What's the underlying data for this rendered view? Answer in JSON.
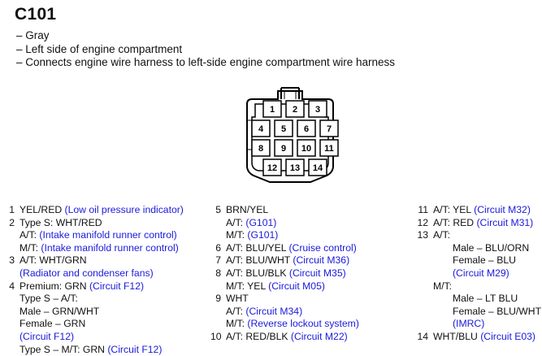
{
  "title": "C101",
  "description": [
    "– Gray",
    "– Left side of engine compartment",
    "– Connects engine wire harness to left-side engine compartment wire harness"
  ],
  "connector": {
    "cavities": [
      "1",
      "2",
      "3",
      "4",
      "5",
      "6",
      "7",
      "8",
      "9",
      "10",
      "11",
      "12",
      "13",
      "14"
    ]
  },
  "columns": [
    [
      {
        "num": "1",
        "lines": [
          {
            "indent": 0,
            "segs": [
              {
                "t": "YEL/RED "
              },
              {
                "t": "(Low oil pressure indicator)",
                "blue": true
              }
            ]
          }
        ]
      },
      {
        "num": "2",
        "lines": [
          {
            "indent": 0,
            "segs": [
              {
                "t": "Type S: WHT/RED"
              }
            ]
          },
          {
            "indent": 0,
            "segs": [
              {
                "t": "A/T: "
              },
              {
                "t": "(Intake manifold runner control)",
                "blue": true
              }
            ]
          },
          {
            "indent": 0,
            "segs": [
              {
                "t": "M/T: "
              },
              {
                "t": "(Intake manifold runner control)",
                "blue": true
              }
            ]
          }
        ]
      },
      {
        "num": "3",
        "lines": [
          {
            "indent": 0,
            "segs": [
              {
                "t": "A/T: WHT/GRN"
              }
            ]
          },
          {
            "indent": 0,
            "segs": [
              {
                "t": "(Radiator and condenser fans)",
                "blue": true
              }
            ]
          }
        ]
      },
      {
        "num": "4",
        "lines": [
          {
            "indent": 0,
            "segs": [
              {
                "t": "Premium: GRN "
              },
              {
                "t": "(Circuit F12)",
                "blue": true
              }
            ]
          },
          {
            "indent": 0,
            "segs": [
              {
                "t": "Type S – A/T:"
              }
            ]
          },
          {
            "indent": 0,
            "segs": [
              {
                "t": "Male – GRN/WHT"
              }
            ]
          },
          {
            "indent": 0,
            "segs": [
              {
                "t": "Female – GRN"
              }
            ]
          },
          {
            "indent": 0,
            "segs": [
              {
                "t": "(Circuit F12)",
                "blue": true
              }
            ]
          },
          {
            "indent": 0,
            "segs": [
              {
                "t": "Type S – M/T: GRN "
              },
              {
                "t": "(Circuit F12)",
                "blue": true
              }
            ]
          }
        ]
      }
    ],
    [
      {
        "num": "5",
        "lines": [
          {
            "indent": 0,
            "segs": [
              {
                "t": "BRN/YEL"
              }
            ]
          },
          {
            "indent": 0,
            "segs": [
              {
                "t": "A/T: "
              },
              {
                "t": "(G101)",
                "blue": true
              }
            ]
          },
          {
            "indent": 0,
            "segs": [
              {
                "t": "M/T: "
              },
              {
                "t": "(G101)",
                "blue": true
              }
            ]
          }
        ]
      },
      {
        "num": "6",
        "lines": [
          {
            "indent": 0,
            "segs": [
              {
                "t": "A/T: BLU/YEL "
              },
              {
                "t": "(Cruise control)",
                "blue": true
              }
            ]
          }
        ]
      },
      {
        "num": "7",
        "lines": [
          {
            "indent": 0,
            "segs": [
              {
                "t": "A/T: BLU/WHT "
              },
              {
                "t": "(Circuit M36)",
                "blue": true
              }
            ]
          }
        ]
      },
      {
        "num": "8",
        "lines": [
          {
            "indent": 0,
            "segs": [
              {
                "t": "A/T: BLU/BLK "
              },
              {
                "t": "(Circuit M35)",
                "blue": true
              }
            ]
          },
          {
            "indent": 0,
            "segs": [
              {
                "t": "M/T: YEL "
              },
              {
                "t": "(Circuit M05)",
                "blue": true
              }
            ]
          }
        ]
      },
      {
        "num": "9",
        "lines": [
          {
            "indent": 0,
            "segs": [
              {
                "t": "WHT"
              }
            ]
          },
          {
            "indent": 0,
            "segs": [
              {
                "t": "A/T: "
              },
              {
                "t": "(Circuit M34)",
                "blue": true
              }
            ]
          },
          {
            "indent": 0,
            "segs": [
              {
                "t": "M/T: "
              },
              {
                "t": "(Reverse lockout system)",
                "blue": true
              }
            ]
          }
        ]
      },
      {
        "num": "10",
        "lines": [
          {
            "indent": 0,
            "segs": [
              {
                "t": "A/T: RED/BLK "
              },
              {
                "t": "(Circuit M22)",
                "blue": true
              }
            ]
          }
        ]
      }
    ],
    [
      {
        "num": "11",
        "lines": [
          {
            "indent": 0,
            "segs": [
              {
                "t": "A/T: YEL "
              },
              {
                "t": "(Circuit M32)",
                "blue": true
              }
            ]
          }
        ]
      },
      {
        "num": "12",
        "lines": [
          {
            "indent": 0,
            "segs": [
              {
                "t": "A/T: RED "
              },
              {
                "t": "(Circuit M31)",
                "blue": true
              }
            ]
          }
        ]
      },
      {
        "num": "13",
        "lines": [
          {
            "indent": 0,
            "segs": [
              {
                "t": "A/T:"
              }
            ]
          },
          {
            "indent": 1,
            "segs": [
              {
                "t": "Male – BLU/ORN"
              }
            ]
          },
          {
            "indent": 1,
            "segs": [
              {
                "t": "Female – BLU"
              }
            ]
          },
          {
            "indent": 1,
            "segs": [
              {
                "t": "(Circuit M29)",
                "blue": true
              }
            ]
          },
          {
            "indent": 0,
            "segs": [
              {
                "t": "M/T:"
              }
            ]
          },
          {
            "indent": 1,
            "segs": [
              {
                "t": "Male – LT BLU"
              }
            ]
          },
          {
            "indent": 1,
            "segs": [
              {
                "t": "Female – BLU/WHT"
              }
            ]
          },
          {
            "indent": 1,
            "segs": [
              {
                "t": "(IMRC)",
                "blue": true
              }
            ]
          }
        ]
      },
      {
        "num": "14",
        "lines": [
          {
            "indent": 0,
            "segs": [
              {
                "t": "WHT/BLU "
              },
              {
                "t": "(Circuit E03)",
                "blue": true
              }
            ]
          }
        ]
      }
    ]
  ]
}
